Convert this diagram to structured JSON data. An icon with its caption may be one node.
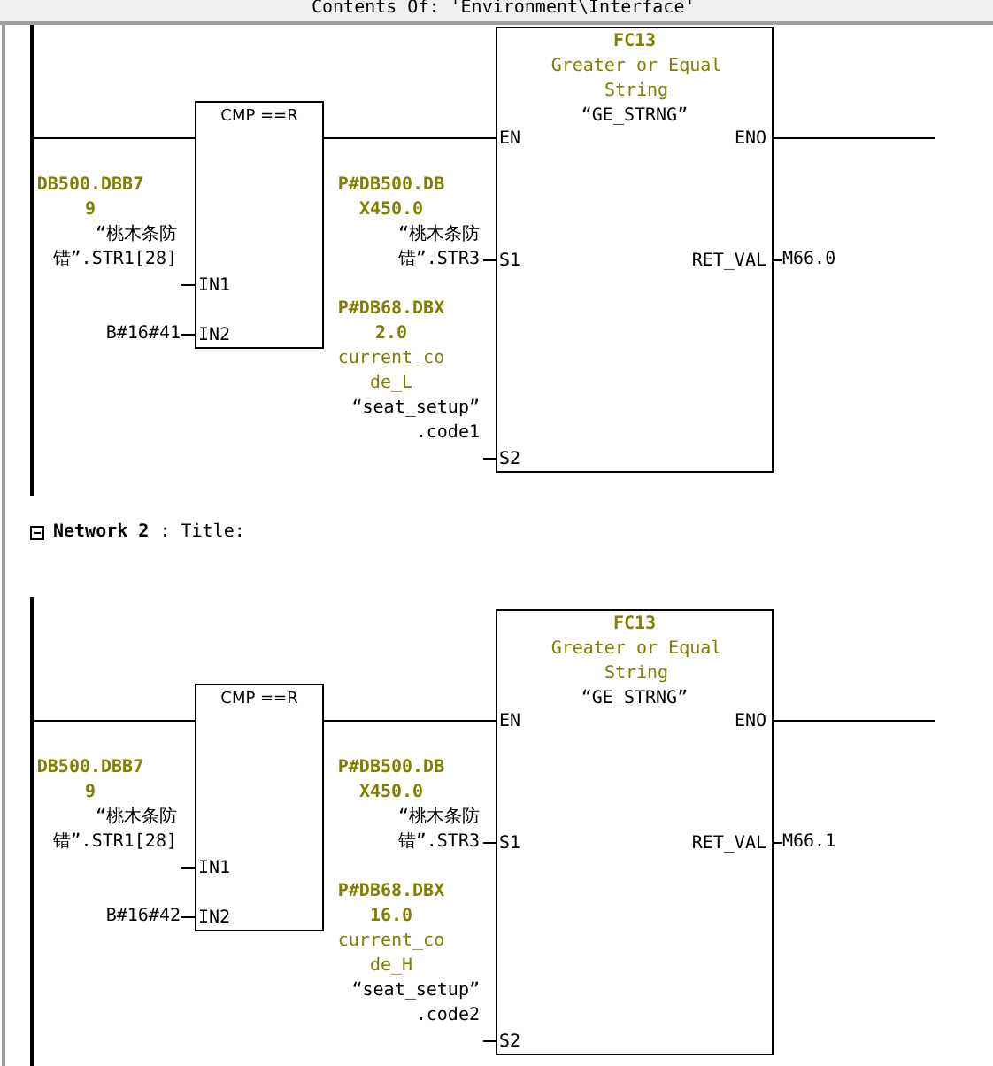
{
  "diagram": {
    "nodes": [
      {
        "text": [],
        "shape": "bar"
      },
      {
        "text": [
          "CMP ==R",
          "IN1",
          "IN2"
        ]
      },
      {
        "text": [
          "DB500.DBB79",
          "“桃木条防错”.STR1[28]"
        ]
      },
      {
        "text": [
          "B#16#41"
        ]
      },
      {
        "text": [
          "FC13",
          "Greater or Equal String",
          "“GE_STRNG”",
          "EN",
          "ENO",
          "S1",
          "S2",
          "RET_VAL"
        ]
      },
      {
        "text": [
          "P#DB500.DBX450.0",
          "“桃木条防错”.STR3"
        ]
      },
      {
        "text": [
          "P#DB68.DBX2.0",
          "current_code_L",
          "“seat_setup”.code1"
        ]
      },
      {
        "text": [
          "M66.0"
        ]
      },
      {
        "text": [],
        "shape": "bar"
      },
      {
        "text": [
          "CMP ==R",
          "IN1",
          "IN2"
        ]
      },
      {
        "text": [
          "DB500.DBB79",
          "“桃木条防错”.STR1[28]"
        ]
      },
      {
        "text": [
          "B#16#42"
        ]
      },
      {
        "text": [
          "FC13",
          "Greater or Equal String",
          "“GE_STRNG”",
          "EN",
          "ENO",
          "S1",
          "S2",
          "RET_VAL"
        ]
      },
      {
        "text": [
          "P#DB500.DBX450.0",
          "“桃木条防错”.STR3"
        ]
      },
      {
        "text": [
          "P#DB68.DBX16.0",
          "current_code_H",
          "“seat_setup”.code2"
        ]
      },
      {
        "text": [
          "M66.1"
        ]
      }
    ],
    "edges": [
      {
        "from": 0,
        "to": 1,
        "arrow": "none"
      },
      {
        "from": 2,
        "to": 1,
        "arrow": "none"
      },
      {
        "from": 3,
        "to": 1,
        "arrow": "none"
      },
      {
        "from": 1,
        "to": 4,
        "arrow": "none"
      },
      {
        "from": 5,
        "to": 4,
        "arrow": "none"
      },
      {
        "from": 6,
        "to": 4,
        "arrow": "none"
      },
      {
        "from": 4,
        "to": 7,
        "arrow": "none"
      },
      {
        "from": 4,
        "to": null,
        "arrow": "none"
      },
      {
        "from": 8,
        "to": 9,
        "arrow": "none"
      },
      {
        "from": 10,
        "to": 9,
        "arrow": "none"
      },
      {
        "from": 11,
        "to": 9,
        "arrow": "none"
      },
      {
        "from": 9,
        "to": 12,
        "arrow": "none"
      },
      {
        "from": 13,
        "to": 12,
        "arrow": "none"
      },
      {
        "from": 14,
        "to": 12,
        "arrow": "none"
      },
      {
        "from": 12,
        "to": 15,
        "arrow": "none"
      },
      {
        "from": 12,
        "to": null,
        "arrow": "none"
      }
    ],
    "labels": [
      "Contents Of: 'Environment\\Interface'",
      "**Network 2** : Title:"
    ]
  }
}
